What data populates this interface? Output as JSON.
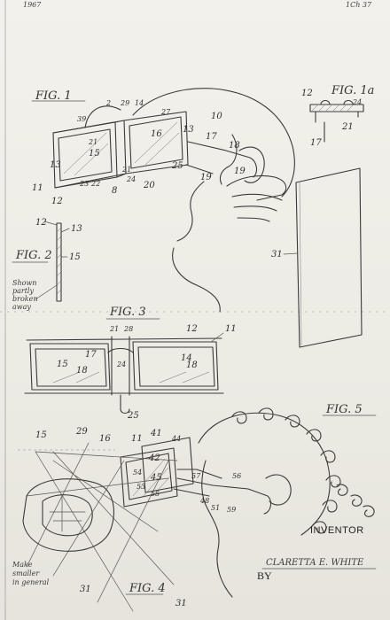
{
  "header": {
    "left": "1967",
    "right": "1Ch 37"
  },
  "figures": {
    "fig1": "FIG. 1",
    "fig1a": "FIG. 1a",
    "fig2": "FIG. 2",
    "fig3": "FIG. 3",
    "fig4": "FIG. 4",
    "fig5": "FIG. 5"
  },
  "fig1_labels": [
    "2",
    "29",
    "14",
    "27",
    "10",
    "39",
    "16",
    "13",
    "17",
    "18",
    "21",
    "15",
    "13",
    "11",
    "12",
    "23",
    "22",
    "8",
    "25",
    "19",
    "19",
    "24",
    "20",
    "21"
  ],
  "fig1a_labels": [
    "12",
    "24",
    "21",
    "17"
  ],
  "fig2_labels": [
    "12",
    "13",
    "15"
  ],
  "fig2_note": [
    "Shown",
    "partly",
    "broken",
    "away"
  ],
  "panel_label": "31",
  "fig3_labels": [
    "21",
    "28",
    "12",
    "11",
    "17",
    "14",
    "15",
    "18",
    "24",
    "18",
    "25"
  ],
  "fig4_labels": [
    "15",
    "29",
    "16",
    "11",
    "41",
    "44",
    "42",
    "54",
    "45",
    "53",
    "55",
    "57",
    "56",
    "48",
    "51",
    "59",
    "31",
    "31"
  ],
  "margin_note": [
    "Make",
    "smaller",
    "in general"
  ],
  "signature": {
    "inventor": "INVENTOR",
    "by": "BY",
    "name": "CLARETTA E. WHITE"
  }
}
